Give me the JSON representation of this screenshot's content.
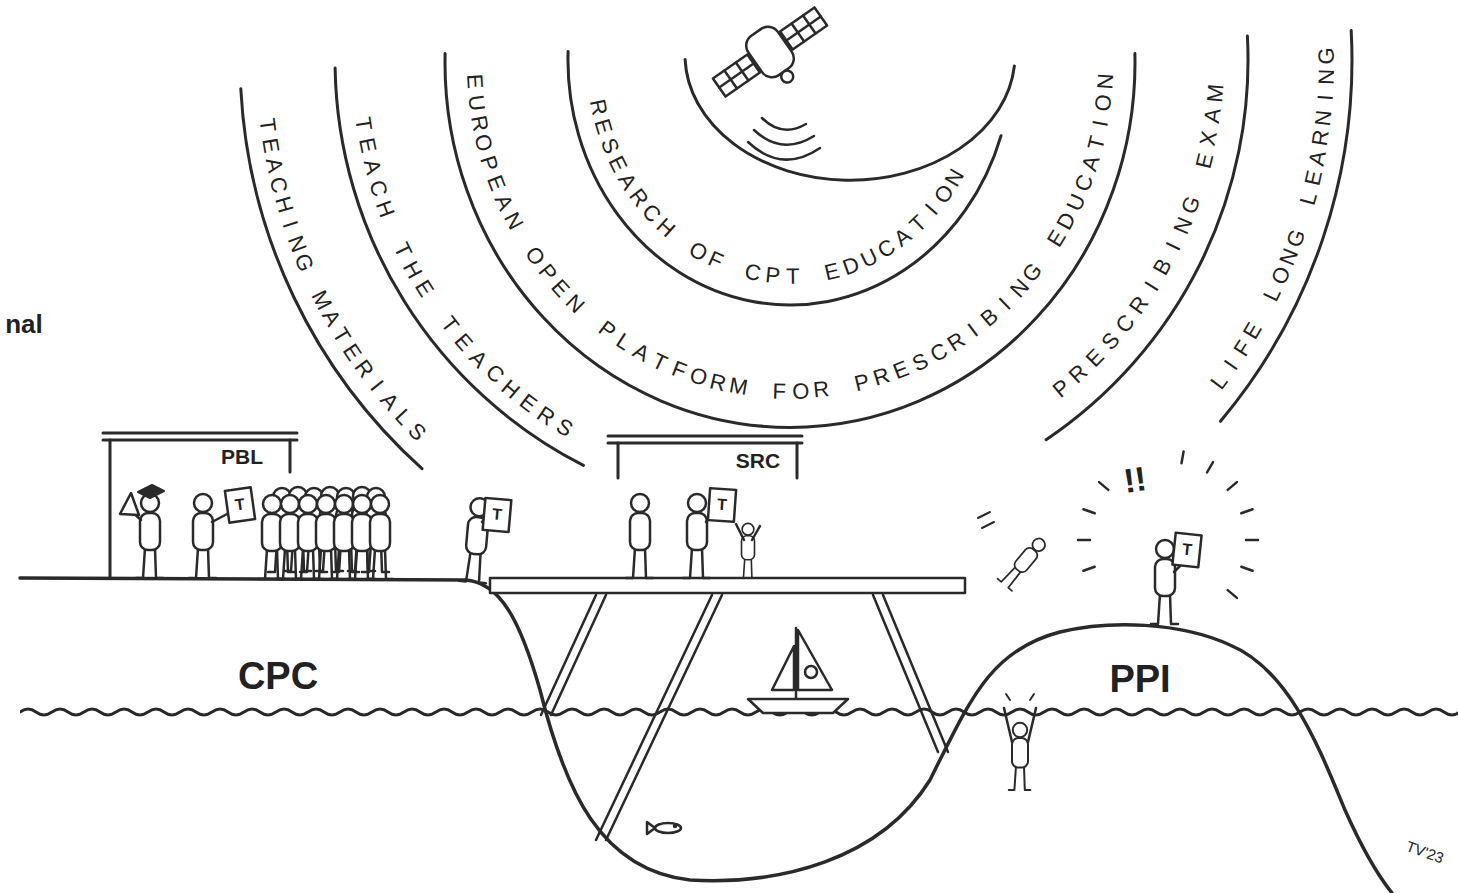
{
  "diagram": {
    "labels": [
      "nal",
      "TEACHING MATERIALS",
      "TEACH THE TEACHERS",
      "EUROPEAN OPEN PLATFORM FOR PRESCRIBING EDUCATION",
      "RESEARCH OF CPT EDUCATION",
      "PRESCRIBING EXAM",
      "LIFE LONG LEARNING",
      "PBL",
      "T",
      "T",
      "SRC",
      "T",
      "!!",
      "T",
      "CPC",
      "PPI",
      "TV'23"
    ]
  }
}
